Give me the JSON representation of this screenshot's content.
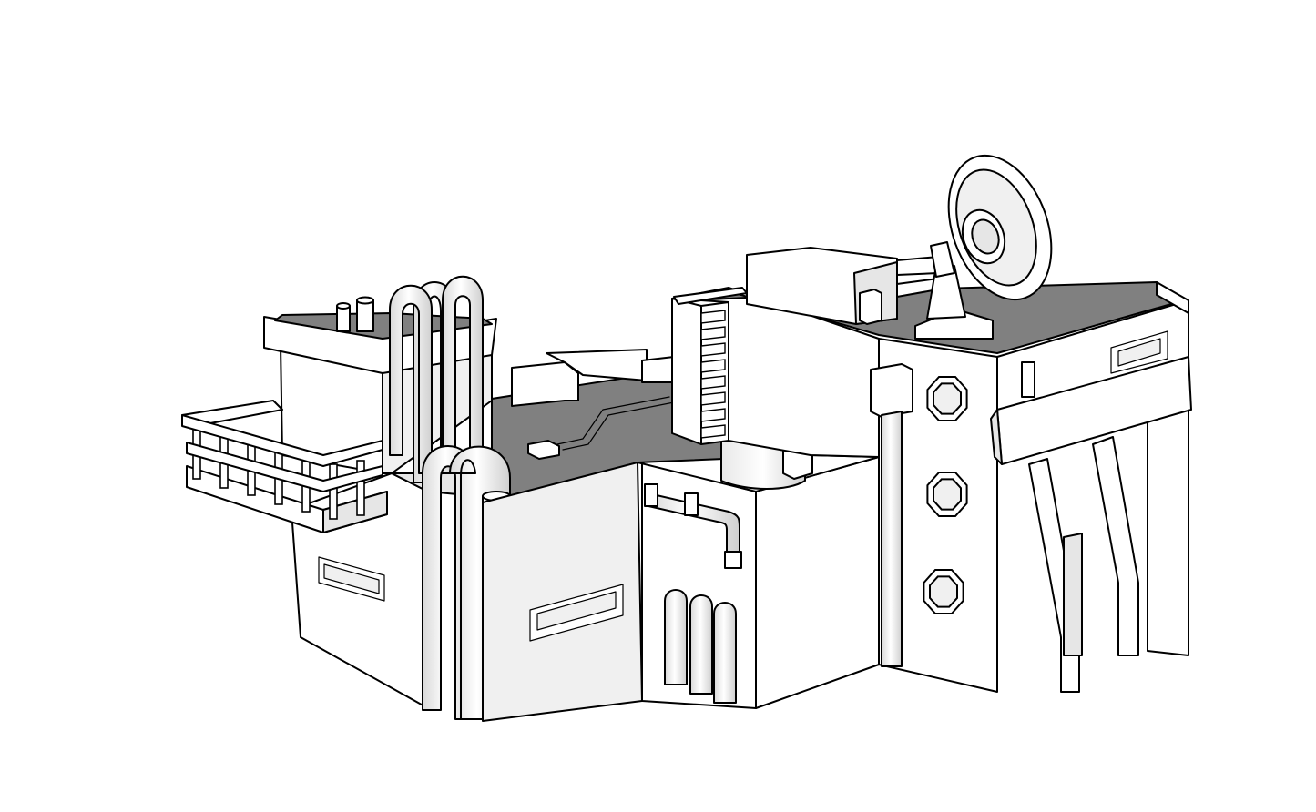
{
  "scene": {
    "subject": "industrial-building-model",
    "colors": {
      "background": "#ffffff",
      "face_light": "#ffffff",
      "face_mid": "#f0f0f0",
      "face_shade": "#e6e6e6",
      "roof": "#808080",
      "outline": "#000000"
    },
    "components": [
      "left-wing",
      "left-balcony",
      "left-tower",
      "u-pipes",
      "center-roof",
      "front-block",
      "center-block",
      "storage-tank",
      "short-pillars",
      "rooftop-box",
      "satellite-dish",
      "right-tower",
      "porthole-windows",
      "right-block",
      "support-legs",
      "wall-pipe"
    ]
  }
}
